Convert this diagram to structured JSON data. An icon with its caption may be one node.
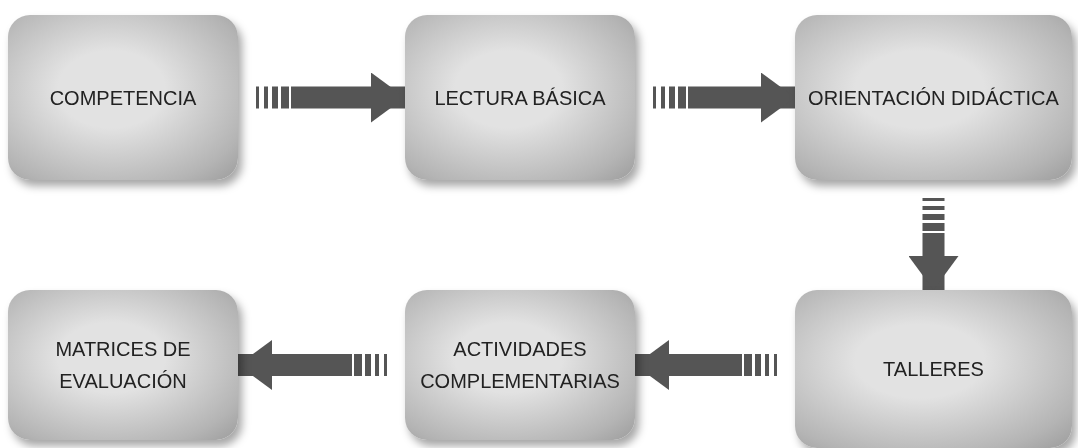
{
  "diagram": {
    "nodes": [
      {
        "text": [
          "COMPETENCIA"
        ]
      },
      {
        "text": [
          "LECTURA BÁSICA"
        ]
      },
      {
        "text": [
          "ORIENTACIÓN DIDÁCTICA"
        ]
      },
      {
        "text": [
          "TALLERES"
        ]
      },
      {
        "text": [
          "ACTIVIDADES COMPLEMENTARIAS"
        ]
      },
      {
        "text": [
          "MATRICES DE EVALUACIÓN"
        ]
      }
    ],
    "edges": [
      {
        "from": 0,
        "to": 1,
        "arrow": "to"
      },
      {
        "from": 1,
        "to": 2,
        "arrow": "to"
      },
      {
        "from": 2,
        "to": 3,
        "arrow": "to"
      },
      {
        "from": 3,
        "to": 4,
        "arrow": "to"
      },
      {
        "from": 4,
        "to": 5,
        "arrow": "to"
      }
    ]
  }
}
